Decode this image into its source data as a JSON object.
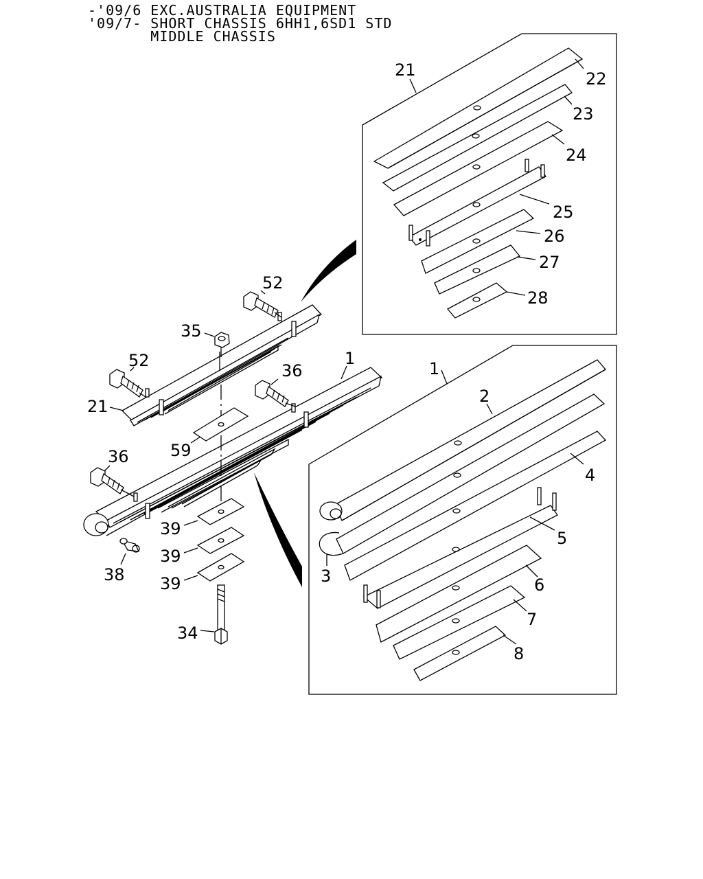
{
  "header": {
    "line1": "-'09/6 EXC.AUSTRALIA EQUIPMENT",
    "line2": "'09/7- SHORT CHASSIS 6HH1,6SD1 STD",
    "line3": "       MIDDLE CHASSIS"
  },
  "callouts": {
    "c52a": "52",
    "c35": "35",
    "c52b": "52",
    "c36a": "36",
    "c1a": "1",
    "c21a": "21",
    "c59": "59",
    "c36b": "36",
    "c39a": "39",
    "c39b": "39",
    "c39c": "39",
    "c38": "38",
    "c34": "34",
    "c21b": "21",
    "c22": "22",
    "c23": "23",
    "c24": "24",
    "c25": "25",
    "c26": "26",
    "c27": "27",
    "c28": "28",
    "c1b": "1",
    "c2": "2",
    "c3": "3",
    "c4": "4",
    "c5": "5",
    "c6": "6",
    "c7": "7",
    "c8": "8"
  }
}
